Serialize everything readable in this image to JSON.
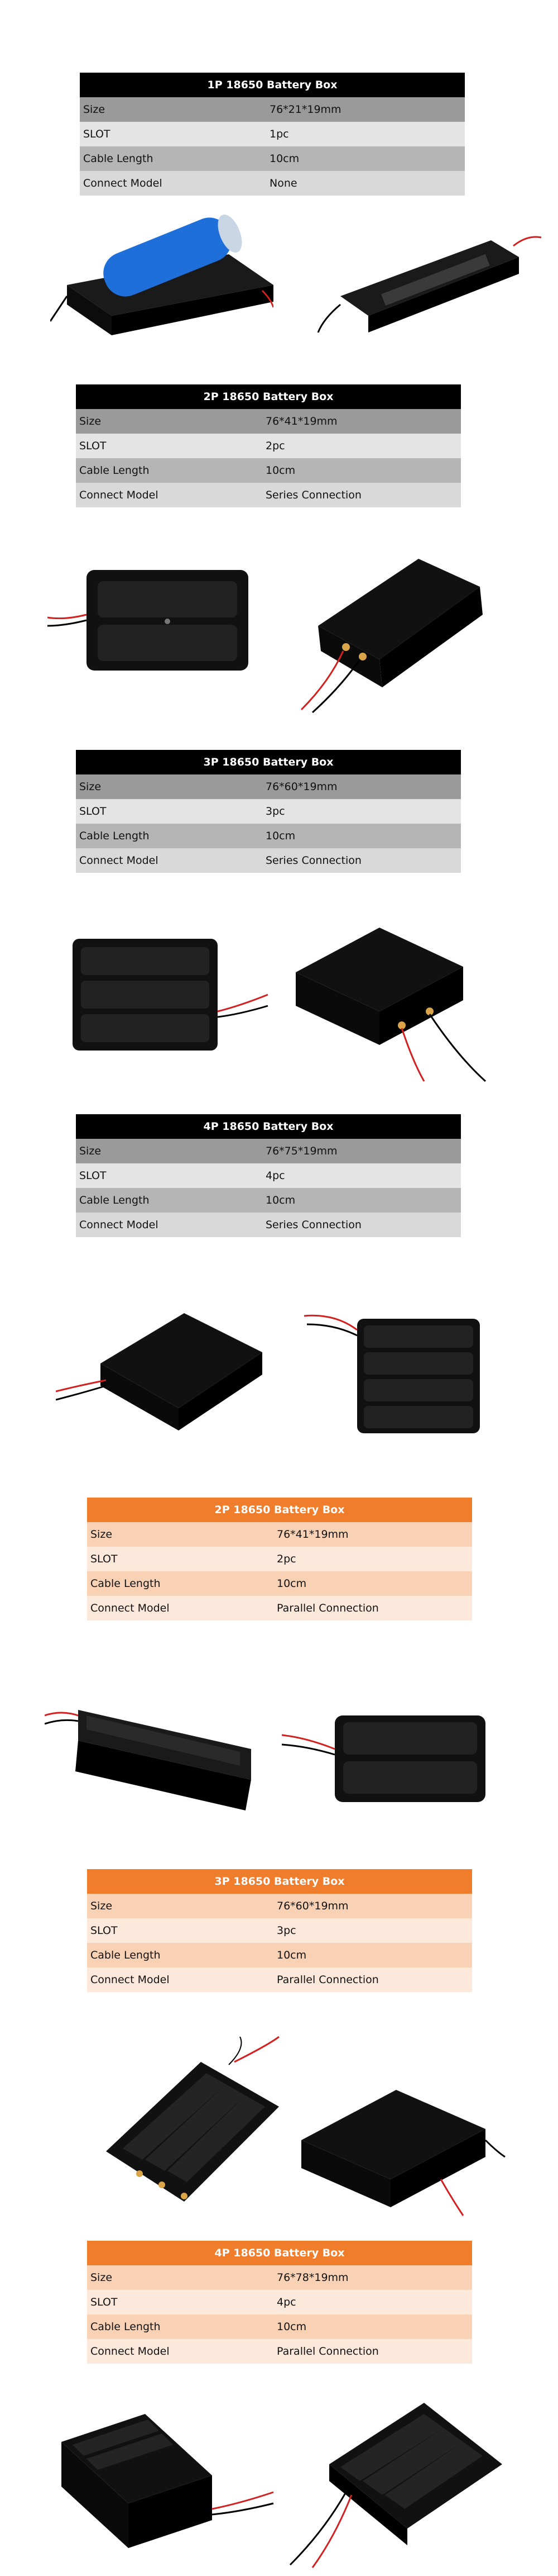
{
  "tables": [
    {
      "theme": "black",
      "title": "1P 18650 Battery Box",
      "rows": [
        [
          "Size",
          "76*21*19mm"
        ],
        [
          "SLOT",
          "1pc"
        ],
        [
          "Cable Length",
          "10cm"
        ],
        [
          "Connect Model",
          "None"
        ]
      ]
    },
    {
      "theme": "black",
      "title": "2P 18650 Battery Box",
      "rows": [
        [
          "Size",
          "76*41*19mm"
        ],
        [
          "SLOT",
          "2pc"
        ],
        [
          "Cable Length",
          "10cm"
        ],
        [
          "Connect Model",
          "Series Connection"
        ]
      ]
    },
    {
      "theme": "black",
      "title": "3P 18650 Battery Box",
      "rows": [
        [
          "Size",
          "76*60*19mm"
        ],
        [
          "SLOT",
          "3pc"
        ],
        [
          "Cable Length",
          "10cm"
        ],
        [
          "Connect Model",
          "Series Connection"
        ]
      ]
    },
    {
      "theme": "black",
      "title": "4P 18650 Battery Box",
      "rows": [
        [
          "Size",
          "76*75*19mm"
        ],
        [
          "SLOT",
          "4pc"
        ],
        [
          "Cable Length",
          "10cm"
        ],
        [
          "Connect Model",
          "Series Connection"
        ]
      ]
    },
    {
      "theme": "orange",
      "title": "2P 18650 Battery Box",
      "rows": [
        [
          "Size",
          "76*41*19mm"
        ],
        [
          "SLOT",
          "2pc"
        ],
        [
          "Cable Length",
          "10cm"
        ],
        [
          "Connect Model",
          "Parallel Connection"
        ]
      ]
    },
    {
      "theme": "orange",
      "title": "3P 18650 Battery Box",
      "rows": [
        [
          "Size",
          "76*60*19mm"
        ],
        [
          "SLOT",
          "3pc"
        ],
        [
          "Cable Length",
          "10cm"
        ],
        [
          "Connect Model",
          "Parallel Connection"
        ]
      ]
    },
    {
      "theme": "orange",
      "title": "4P 18650 Battery Box",
      "rows": [
        [
          "Size",
          "76*78*19mm"
        ],
        [
          "SLOT",
          "4pc"
        ],
        [
          "Cable Length",
          "10cm"
        ],
        [
          "Connect Model",
          "Parallel Connection"
        ]
      ]
    }
  ],
  "colors": {
    "black_header": "#000000",
    "orange_header": "#ef7d2c",
    "battery_blue": "#1e6fd9",
    "wire_red": "#d32020"
  }
}
